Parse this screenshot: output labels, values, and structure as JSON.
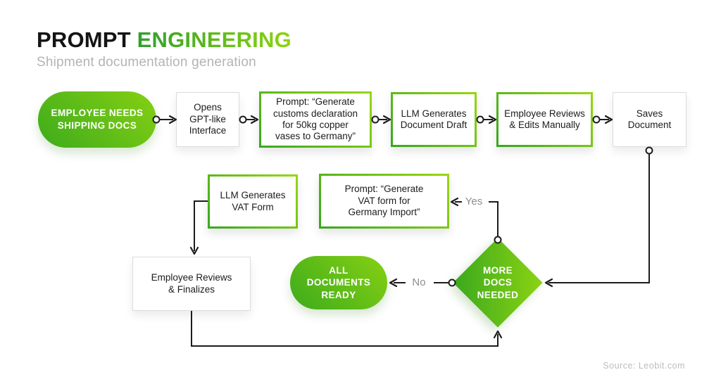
{
  "header": {
    "title_primary": "PROMPT",
    "title_accent": "ENGINEERING",
    "subtitle": "Shipment documentation generation"
  },
  "nodes": {
    "start": {
      "text": "EMPLOYEE NEEDS\nSHIPPING DOCS"
    },
    "opens": {
      "text": "Opens\nGPT-like\nInterface"
    },
    "prompt_customs": {
      "text": "Prompt: “Generate\ncustoms declaration\nfor 50kg copper\nvases to Germany”"
    },
    "llm_draft": {
      "text": "LLM Generates\nDocument Draft"
    },
    "review_edits": {
      "text": "Employee Reviews\n& Edits Manually"
    },
    "saves": {
      "text": "Saves\nDocument"
    },
    "llm_vat": {
      "text": "LLM Generates\nVAT Form"
    },
    "prompt_vat": {
      "text": "Prompt: “Generate\nVAT form for\nGermany Import”"
    },
    "decision": {
      "text": "MORE\nDOCS\nNEEDED"
    },
    "ready": {
      "text": "ALL\nDOCUMENTS\nREADY"
    },
    "review_finalizes": {
      "text": "Employee Reviews\n& Finalizes"
    }
  },
  "edge_labels": {
    "yes": "Yes",
    "no": "No"
  },
  "footer": {
    "source": "Source: Leobit.com"
  },
  "colors": {
    "accent_dark": "#3aa81d",
    "accent_light": "#8fd40e",
    "line": "#1c1c1c",
    "label_gray": "#8e8e8e",
    "subtitle_gray": "#b4b4b4"
  }
}
